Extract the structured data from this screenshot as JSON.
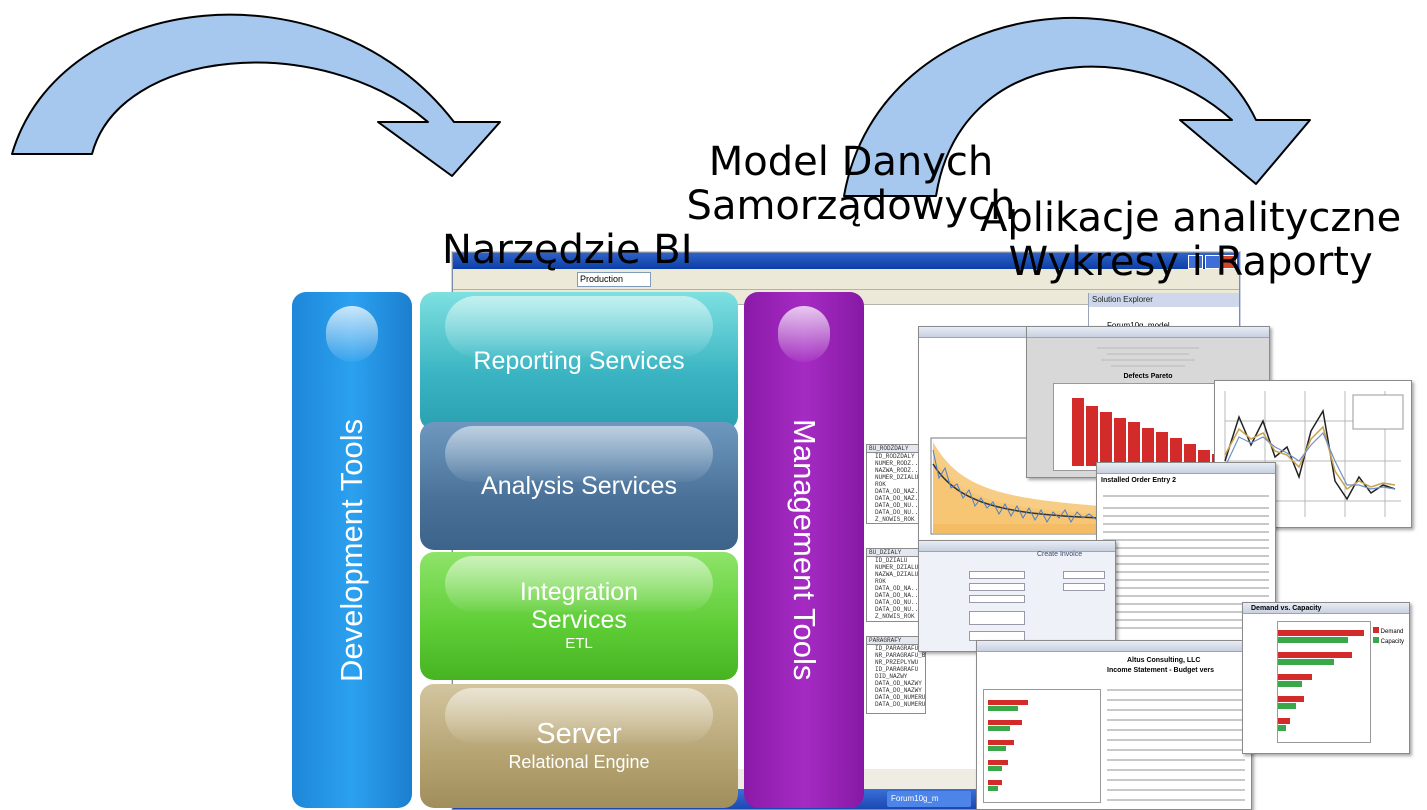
{
  "captions": {
    "model_line1": "Model Danych",
    "model_line2": "Samorządowych",
    "bi_tool": "Narzędzie BI",
    "apps_line1": "Aplikacje analityczne",
    "apps_line2": "Wykresy i Raporty"
  },
  "stack": {
    "development_tools": "Development Tools",
    "management_tools": "Management Tools",
    "reporting": "Reporting Services",
    "analysis": "Analysis Services",
    "integration_line1": "Integration",
    "integration_line2": "Services",
    "integration_sub": "ETL",
    "server": "Server",
    "server_sub": "Relational Engine"
  },
  "background_ide": {
    "combo_value": "Production",
    "solution_explorer_title": "Solution Explorer",
    "solution_node": "Forum10g_model",
    "taskbar_item": "Forum10g_m",
    "table1_header": "BU_RODZDALY",
    "table1_rows": [
      "ID_RODZDALY",
      "NUMER_RODZ...",
      "NAZWA_RODZ...",
      "NUMER_DZIALU",
      "ROK",
      "DATA_OD_NAZ...",
      "DATA_DO_NAZ...",
      "DATA_OD_NU...",
      "DATA_DO_NU...",
      "Z_NOWIS_ROK"
    ],
    "table2_header": "BU_DZIALY",
    "table2_rows": [
      "ID_DZIALU",
      "NUMER_DZIALU",
      "NAZWA_DZIALU",
      "ROK",
      "DATA_OD_NA...",
      "DATA_DO_NA...",
      "DATA_OD_NU...",
      "DATA_DO_NU...",
      "Z_NOWIS_ROK"
    ],
    "table3_header": "PARAGRAFY",
    "table3_rows": [
      "ID_PARAGRAFU",
      "NR_PARAGRAFU_B...",
      "NR_PRZEPLYWU",
      "ID_PARAGRAFU",
      "",
      "DID_NAZWY",
      "DATA_OD_NAZWY",
      "DATA_DO_NAZWY",
      "DATA_OD_NUMERU",
      "DATA_DO_NUMERU"
    ]
  },
  "report_collage": {
    "defects_title": "Defects Pareto",
    "capacity_title": "Demand vs. Capacity",
    "capacity_legend": [
      "Demand",
      "Capacity"
    ],
    "income_title": "Income Statement - Budget vers",
    "company": "Altus Consulting, LLC",
    "order_title": "Installed Order Entry 2",
    "invoice_title": "Create Invoice",
    "colors": {
      "bar_red": "#d32a2a",
      "bar_green": "#3aa84a",
      "band_orange": "#f2b04a"
    }
  }
}
